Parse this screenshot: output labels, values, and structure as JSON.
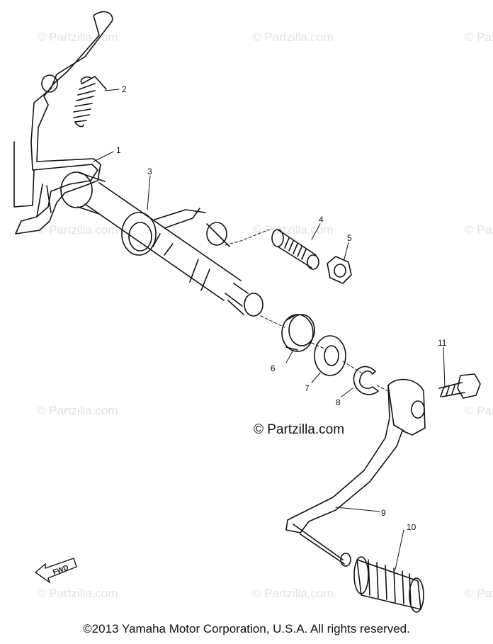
{
  "watermark_text": "© Partzilla.com",
  "center_watermark": "© Partzilla.com",
  "fwd_label": "FWD",
  "callouts": {
    "c1": "1",
    "c2": "2",
    "c3": "3",
    "c4": "4",
    "c5": "5",
    "c6": "6",
    "c7": "7",
    "c8": "8",
    "c9": "9",
    "c10": "10",
    "c11": "11"
  },
  "copyright": "©2013  Yamaha Motor Corporation, U.S.A. All rights reserved."
}
